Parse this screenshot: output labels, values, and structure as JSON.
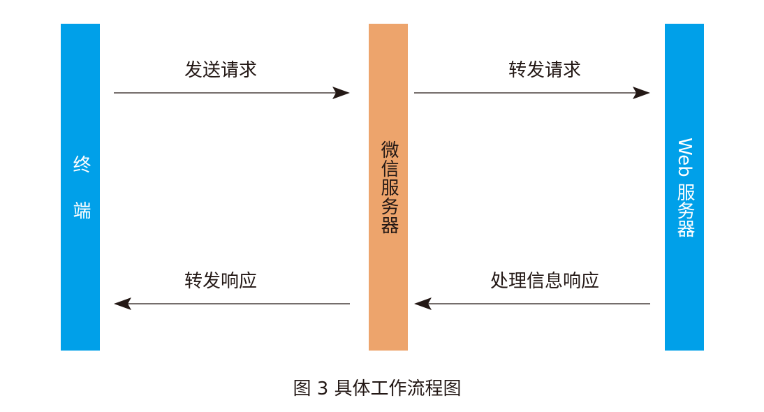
{
  "actors": {
    "terminal": "终端",
    "wechat_server": "微信服务器",
    "web_server": "Web 服务器"
  },
  "messages": {
    "send_request": "发送请求",
    "forward_request": "转发请求",
    "process_response": "处理信息响应",
    "forward_response": "转发响应"
  },
  "caption": "图 3  具体工作流程图",
  "colors": {
    "terminal": "#00a0e9",
    "wechat_server": "#eda46c",
    "web_server": "#00a0e9",
    "arrow": "#231815"
  }
}
